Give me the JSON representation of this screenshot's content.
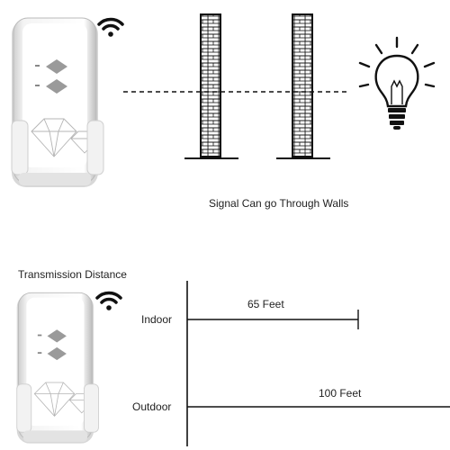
{
  "top_section": {
    "caption": "Signal Can go Through Walls"
  },
  "bottom_section": {
    "title": "Transmission Distance",
    "rows": [
      {
        "label": "Indoor",
        "distance": "65 Feet"
      },
      {
        "label": "Outdoor",
        "distance": "100 Feet"
      }
    ]
  },
  "icons": [
    "wifi-signal-icon",
    "brick-wall-icon",
    "light-bulb-icon",
    "remote-control-icon"
  ]
}
